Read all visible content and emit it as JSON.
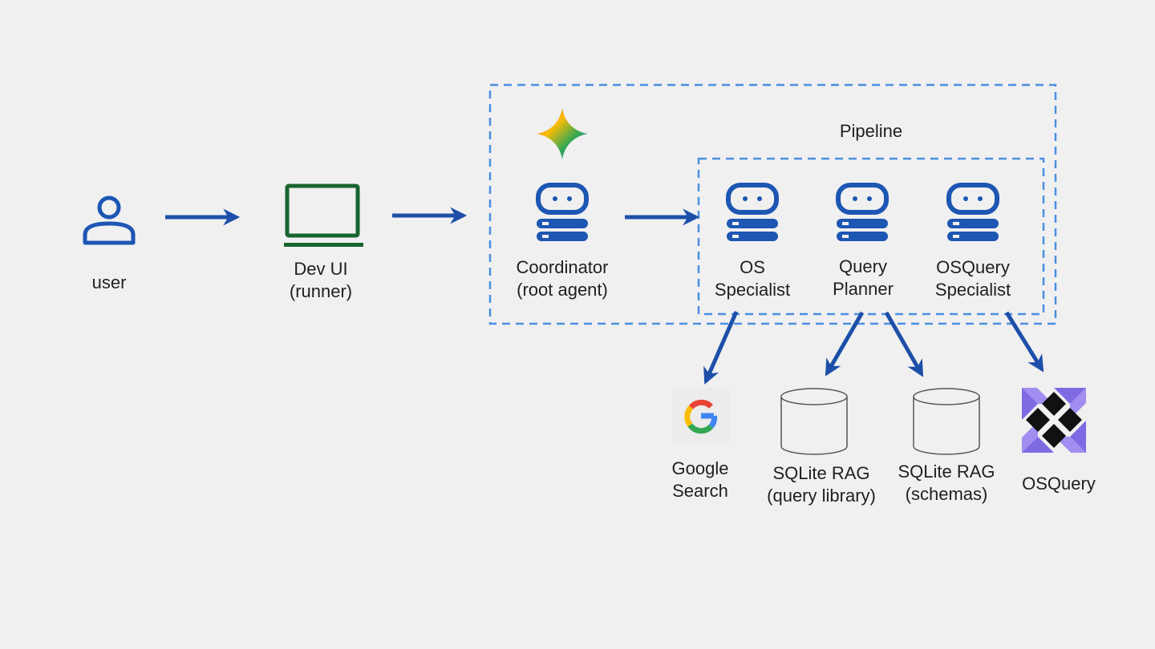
{
  "diagram": {
    "colors": {
      "background": "#f0f0f0",
      "arrow": "#1d4fa8",
      "agent_icon": "#1d56b3",
      "dashed_border": "#4a8fe0",
      "laptop": "#17652e",
      "text": "#1f1f1f",
      "cylinder_stroke": "#555555"
    },
    "nodes": {
      "user": {
        "label": "user",
        "icon": "person-icon"
      },
      "dev_ui": {
        "line1": "Dev UI",
        "line2": "(runner)",
        "icon": "laptop-icon"
      },
      "coordinator": {
        "line1": "Coordinator",
        "line2": "(root agent)",
        "icon": "agent-icon"
      },
      "os_specialist": {
        "line1": "OS",
        "line2": "Specialist",
        "icon": "agent-icon"
      },
      "query_planner": {
        "line1": "Query",
        "line2": "Planner",
        "icon": "agent-icon"
      },
      "osquery_specialist": {
        "line1": "OSQuery",
        "line2": "Specialist",
        "icon": "agent-icon"
      },
      "google_search": {
        "line1": "Google",
        "line2": "Search",
        "icon": "google-logo-icon"
      },
      "sqlite_query_library": {
        "line1": "SQLite RAG",
        "line2": "(query library)",
        "icon": "database-icon"
      },
      "sqlite_schemas": {
        "line1": "SQLite RAG",
        "line2": "(schemas)",
        "icon": "database-icon"
      },
      "osquery": {
        "label": "OSQuery",
        "icon": "osquery-logo-icon"
      }
    },
    "groups": {
      "pipeline": {
        "label": "Pipeline"
      }
    },
    "edges": [
      {
        "from": "user",
        "to": "dev_ui"
      },
      {
        "from": "dev_ui",
        "to": "coordinator"
      },
      {
        "from": "coordinator",
        "to": "pipeline"
      },
      {
        "from": "os_specialist",
        "to": "google_search"
      },
      {
        "from": "query_planner",
        "to": "sqlite_query_library"
      },
      {
        "from": "query_planner",
        "to": "sqlite_schemas"
      },
      {
        "from": "osquery_specialist",
        "to": "osquery"
      }
    ]
  }
}
